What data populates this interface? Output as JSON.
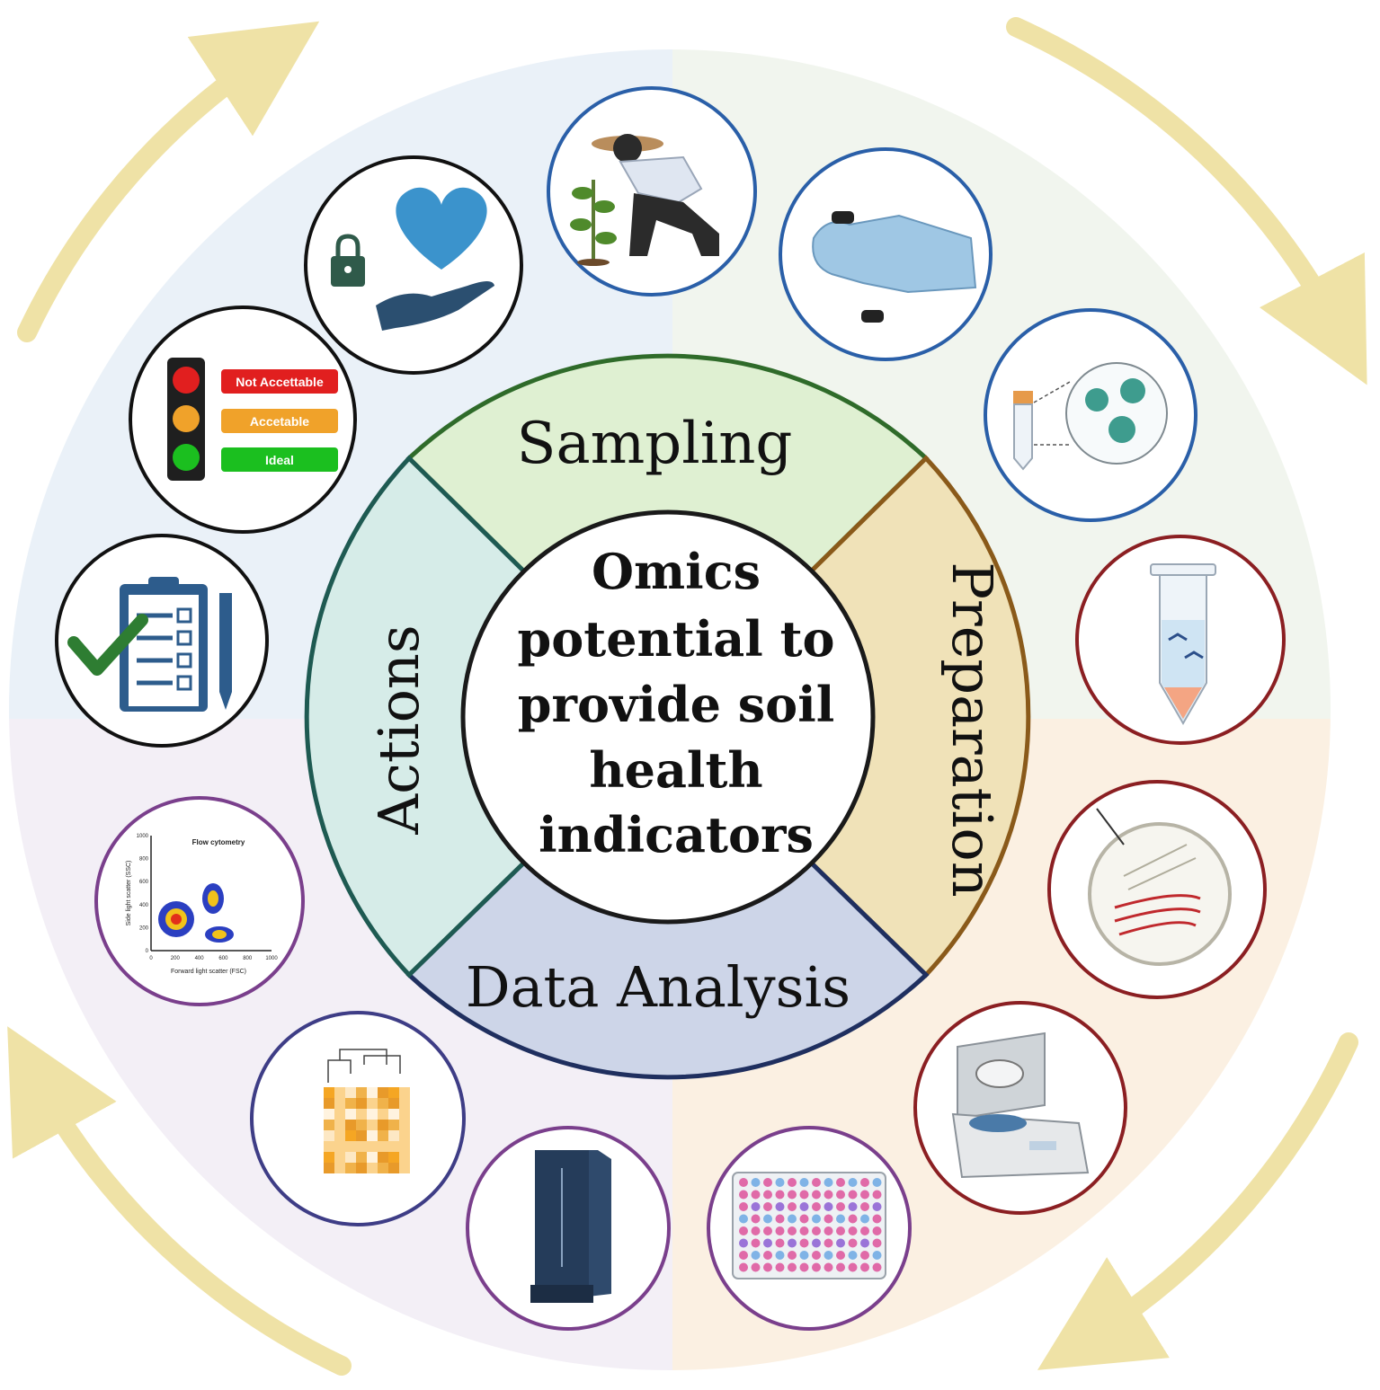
{
  "diagram": {
    "center_lines": [
      "Omics",
      "potential to",
      "provide soil",
      "health",
      "indicators"
    ],
    "segments": {
      "sampling": "Sampling",
      "preparation": "Preparation",
      "data_analysis": "Data Analysis",
      "actions": "Actions"
    },
    "traffic_light_labels": {
      "not_acceptable": "Not Accettable",
      "acceptable": "Accetable",
      "ideal": "Ideal"
    },
    "flow_plot": {
      "title": "Flow cytometry",
      "xlabel": "Forward light scatter (FSC)",
      "ylabel": "Side light scatter (SSC)",
      "x_ticks": [
        "0",
        "200",
        "400",
        "600",
        "800",
        "1000"
      ],
      "y_ticks": [
        "0",
        "200",
        "400",
        "600",
        "800",
        "1000"
      ]
    },
    "colors": {
      "quadrant_sampling": "#f1f5ee",
      "quadrant_actions": "#eaf1f8",
      "quadrant_analysis": "#f3eff6",
      "quadrant_preparation": "#fbf0e2",
      "segment_sampling": "#dff0d2",
      "segment_preparation": "#f0e2b8",
      "segment_data_analysis": "#cdd5e8",
      "segment_actions": "#d6ece8",
      "cycle_arrows": "#efe2a6"
    },
    "icons": [
      "farmer-planting-icon",
      "gloved-hand-soil-sample-icon",
      "tube-microbes-icon",
      "dna-tube-icon",
      "petri-dish-icon",
      "centrifuge-icon",
      "well-plate-icon",
      "sequencer-icon",
      "heatmap-icon",
      "flow-cytometry-plot-icon",
      "checklist-icon",
      "traffic-light-icon",
      "heart-hand-lock-icon"
    ]
  }
}
